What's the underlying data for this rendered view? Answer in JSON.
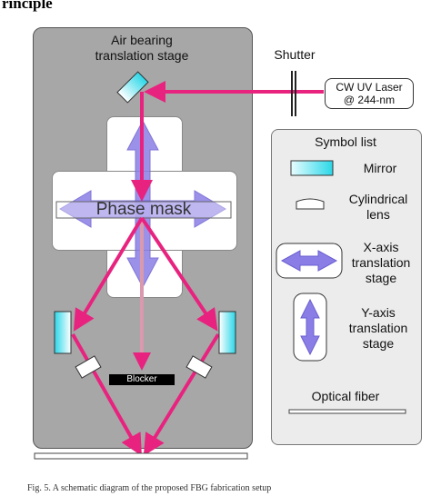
{
  "page": {
    "heading": "rinciple",
    "caption": "Fig. 5. A schematic diagram of the proposed FBG fabrication setup"
  },
  "diagram": {
    "stage_label_line1": "Air bearing",
    "stage_label_line2": "translation stage",
    "shutter_label": "Shutter",
    "laser_line1": "CW UV Laser",
    "laser_line2": "@ 244-nm",
    "phase_mask_label": "Phase mask",
    "blocker_label": "Blocker"
  },
  "legend": {
    "title": "Symbol list",
    "mirror": "Mirror",
    "cyl_line1": "Cylindrical",
    "cyl_line2": "lens",
    "x_line1": "X-axis",
    "x_line2": "translation",
    "x_line3": "stage",
    "y_line1": "Y-axis",
    "y_line2": "translation",
    "y_line3": "stage",
    "fiber": "Optical fiber"
  },
  "colors": {
    "beam": "#e8237f",
    "arrow": "#8a7ee6",
    "mirror": "#2ad7e8",
    "panel": "#a7a7a7"
  }
}
